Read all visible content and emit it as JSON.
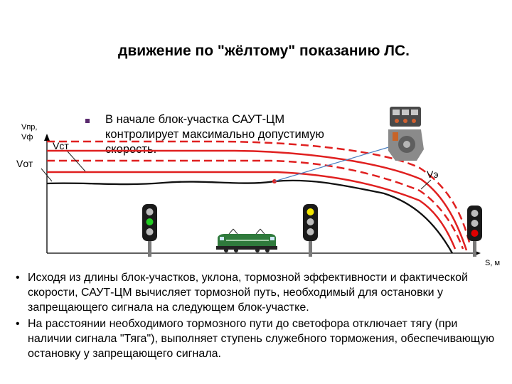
{
  "title": "движение по \"жёлтому\" показанию ЛС.",
  "note": "В начале блок-участка САУТ-ЦМ контролирует максимально допустимую скорость.",
  "axis": {
    "y_label_line1": "Vпр,",
    "y_label_line2": "Vф",
    "x_label": "S, м"
  },
  "curve_labels": {
    "v_st": "Vст",
    "v_ot": "Vот",
    "v_e": "Vэ"
  },
  "signals": [
    {
      "name": "green",
      "lamps": [
        "off",
        "green",
        "off"
      ]
    },
    {
      "name": "yellow",
      "lamps": [
        "yellow",
        "off",
        "off"
      ]
    },
    {
      "name": "red",
      "lamps": [
        "off",
        "off",
        "red"
      ]
    }
  ],
  "colors": {
    "curve_red": "#e02020",
    "actual_speed": "#111111",
    "axis": "#000000",
    "green_lamp": "#22cc22",
    "yellow_lamp": "#f2e600",
    "red_lamp": "#e00000",
    "locomotive": "#2f7a3c"
  },
  "bullets": [
    "Исходя из длины блок-участков, уклона, тормозной эффективности и фактической скорости, САУТ-ЦМ вычисляет тормозной путь, необходимый для остановки у запрещающего сигнала на следующем блок-участке.",
    "На расстоянии необходимого тормозного пути до светофора отключает тягу (при наличии сигнала \"Тяга\"), выполняет ступень служебного торможения, обеспечивающую остановку у запрещающего сигнала."
  ]
}
